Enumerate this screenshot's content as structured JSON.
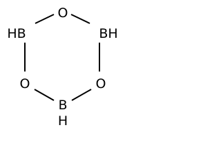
{
  "molecule": {
    "atoms": {
      "o_top": "O",
      "b_left": "HB",
      "b_right": "BH",
      "o_left": "O",
      "o_right": "O",
      "b_bottom": "B",
      "h_bottom": "H"
    },
    "colors": {
      "ink": "#000000",
      "background": "#ffffff"
    }
  }
}
